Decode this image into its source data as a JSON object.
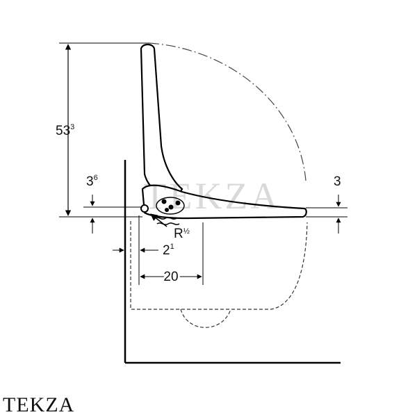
{
  "drawing": {
    "dimensions": {
      "height_main": {
        "base": "53",
        "sup": "3"
      },
      "height_small": {
        "base": "3",
        "sup": "6"
      },
      "right_offset": "3",
      "hinge_offset": {
        "base": "2",
        "sup": "1"
      },
      "depth": "20",
      "connection": {
        "base": "R",
        "frac": "½"
      }
    },
    "watermark": "TEKZA"
  },
  "brand_footer": "TEKZA"
}
